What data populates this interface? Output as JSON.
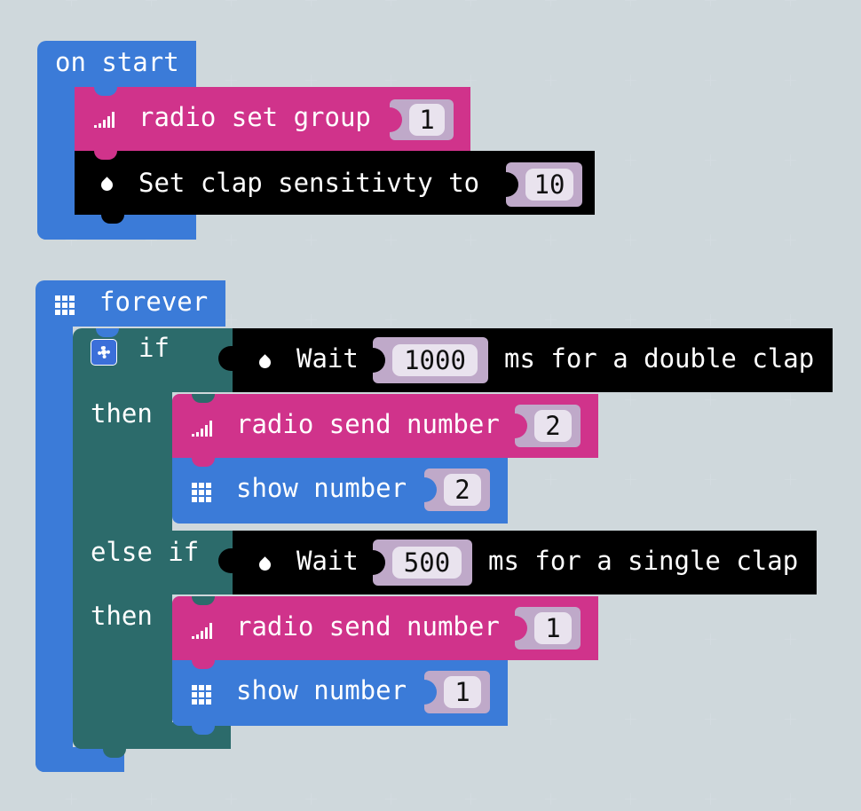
{
  "on_start": {
    "hat_label": "on start",
    "radio_set_group": {
      "label": "radio set group",
      "value": "1"
    },
    "set_clap": {
      "label": "Set clap sensitivty to",
      "value": "10"
    }
  },
  "forever": {
    "hat_label": "forever",
    "if_block": {
      "if_label": "if",
      "then_label": "then",
      "else_if_label": "else if",
      "then2_label": "then",
      "cond1": {
        "wait_label": "Wait",
        "value": "1000",
        "suffix": "ms for a double clap"
      },
      "branch1": {
        "radio_send": {
          "label": "radio send number",
          "value": "2"
        },
        "show_number": {
          "label": "show number",
          "value": "2"
        }
      },
      "cond2": {
        "wait_label": "Wait",
        "value": "500",
        "suffix": "ms for a single clap"
      },
      "branch2": {
        "radio_send": {
          "label": "radio send number",
          "value": "1"
        },
        "show_number": {
          "label": "show number",
          "value": "1"
        }
      }
    }
  },
  "colors": {
    "workspace": "#ecf0f1",
    "basic": "#3b7bd8",
    "radio": "#d0338b",
    "custom": "#000000",
    "logic": "#2c6b6b",
    "slot": "#bfa9c9",
    "value": "#e9e3ee"
  },
  "icons": {
    "radio": "signal-bars-icon",
    "custom": "water-drop-icon",
    "basic": "led-grid-icon",
    "logic": "gear-icon"
  }
}
